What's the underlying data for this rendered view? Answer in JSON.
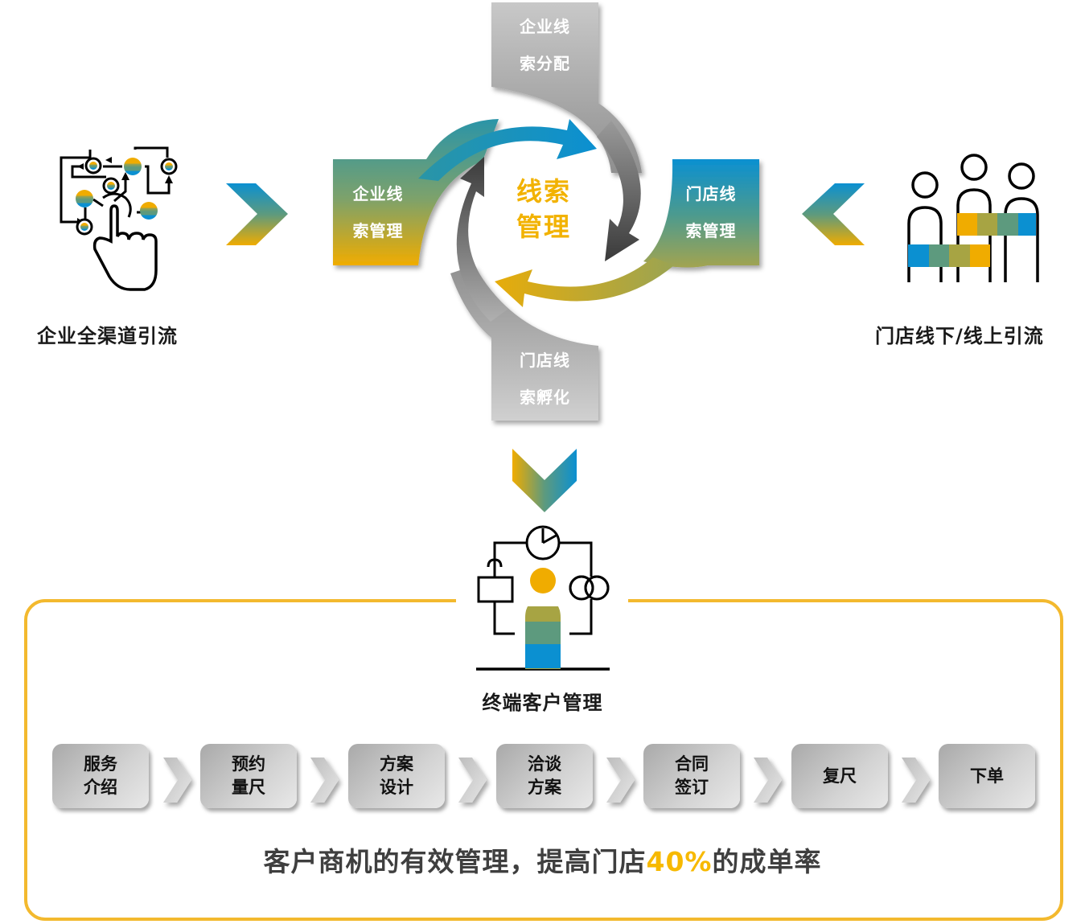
{
  "diagram": {
    "left_source": {
      "label": "企业全渠道引流",
      "icon": "touch-network-icon"
    },
    "right_source": {
      "label": "门店线下/线上引流",
      "icon": "people-group-icon"
    },
    "cycle": {
      "center_line1": "线索",
      "center_line2": "管理",
      "top_box": {
        "line1": "企业线",
        "line2": "索分配"
      },
      "left_box": {
        "line1": "企业线",
        "line2": "索管理"
      },
      "right_box": {
        "line1": "门店线",
        "line2": "索管理"
      },
      "bottom_box": {
        "line1": "门店线",
        "line2": "索孵化"
      }
    },
    "customer": {
      "label": "终端客户管理",
      "icon": "customer-management-icon"
    },
    "steps": [
      {
        "line1": "服务",
        "line2": "介绍"
      },
      {
        "line1": "预约",
        "line2": "量尺"
      },
      {
        "line1": "方案",
        "line2": "设计"
      },
      {
        "line1": "洽谈",
        "line2": "方案"
      },
      {
        "line1": "合同",
        "line2": "签订"
      },
      {
        "line1": "复尺",
        "line2": ""
      },
      {
        "line1": "下单",
        "line2": ""
      }
    ],
    "summary": {
      "prefix": "客户商机的有效管理，提高门店",
      "highlight": "40%",
      "suffix": "的成单率"
    }
  },
  "colors": {
    "blue": "#0b90d1",
    "teal": "#5d9a7e",
    "olive": "#a7a443",
    "gold": "#f0ac00",
    "frame": "#f3b92e",
    "highlight": "#f7b900",
    "center_text": "#f2b200",
    "gray_dark": "#3f3f3f"
  }
}
